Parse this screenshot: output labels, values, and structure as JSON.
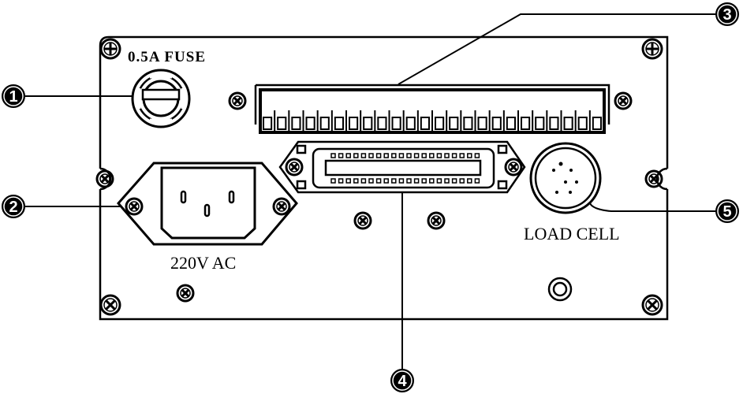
{
  "labels": {
    "fuse": "0.5A FUSE",
    "power": "220V AC",
    "load_cell": "LOAD CELL"
  },
  "callouts": [
    "1",
    "2",
    "3",
    "4",
    "5"
  ],
  "terminal_count": 24,
  "connector_pins_per_row": 20,
  "colors": {
    "ink": "#000000",
    "background": "#ffffff"
  }
}
